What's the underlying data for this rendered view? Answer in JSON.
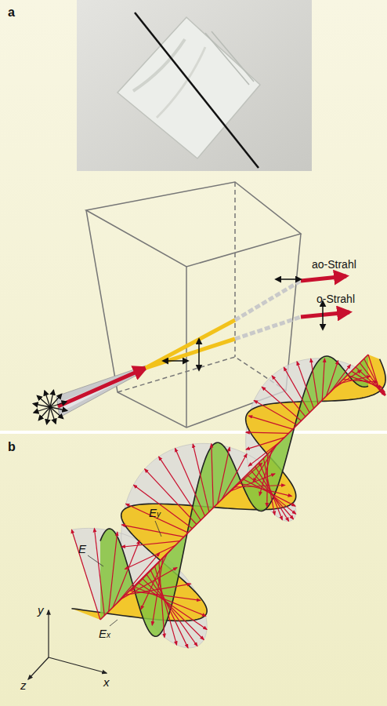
{
  "diagram": {
    "labels": [
      "a",
      "ao-Strahl",
      "o-Strahl",
      "b",
      "E",
      "Ey",
      "Ex",
      "y",
      "z",
      "x"
    ]
  }
}
